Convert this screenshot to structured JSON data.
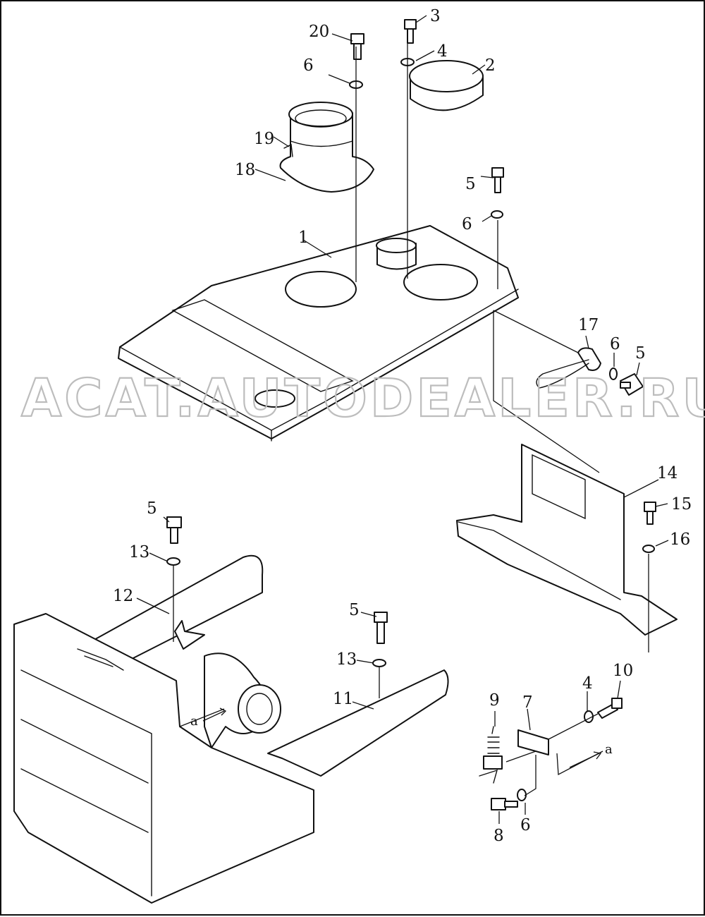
{
  "watermark": "ACAT.AUTODEALER.RU",
  "callouts": {
    "p1": "1",
    "p2": "2",
    "p3": "3",
    "p4a": "4",
    "p4b": "4",
    "p5a": "5",
    "p5b": "5",
    "p5c": "5",
    "p5d": "5",
    "p6a": "6",
    "p6b": "6",
    "p6c": "6",
    "p6d": "6",
    "p7": "7",
    "p8": "8",
    "p9": "9",
    "p10": "10",
    "p11": "11",
    "p12": "12",
    "p13a": "13",
    "p13b": "13",
    "p14": "14",
    "p15": "15",
    "p16": "16",
    "p17": "17",
    "p18": "18",
    "p19": "19",
    "p20": "20"
  },
  "refs": {
    "a1": "a",
    "a2": "a"
  }
}
